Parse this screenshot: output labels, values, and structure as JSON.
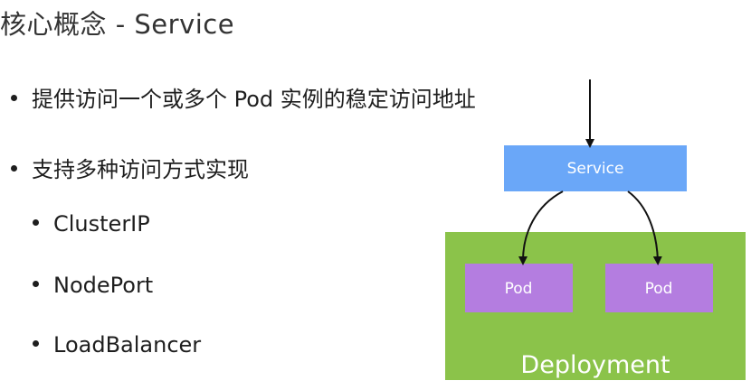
{
  "slide": {
    "title": "核心概念 - Service",
    "bullets": [
      "提供访问一个或多个 Pod 实例的稳定访问地址",
      "支持多种访问方式实现"
    ],
    "sub_bullets": [
      "ClusterIP",
      "NodePort",
      "LoadBalancer"
    ]
  },
  "diagram": {
    "service_label": "Service",
    "pod_labels": [
      "Pod",
      "Pod"
    ],
    "deployment_label": "Deployment",
    "colors": {
      "service": "#6aa7f8",
      "pod": "#b47de0",
      "deployment": "#8bc34a",
      "arrow": "#111111"
    }
  }
}
